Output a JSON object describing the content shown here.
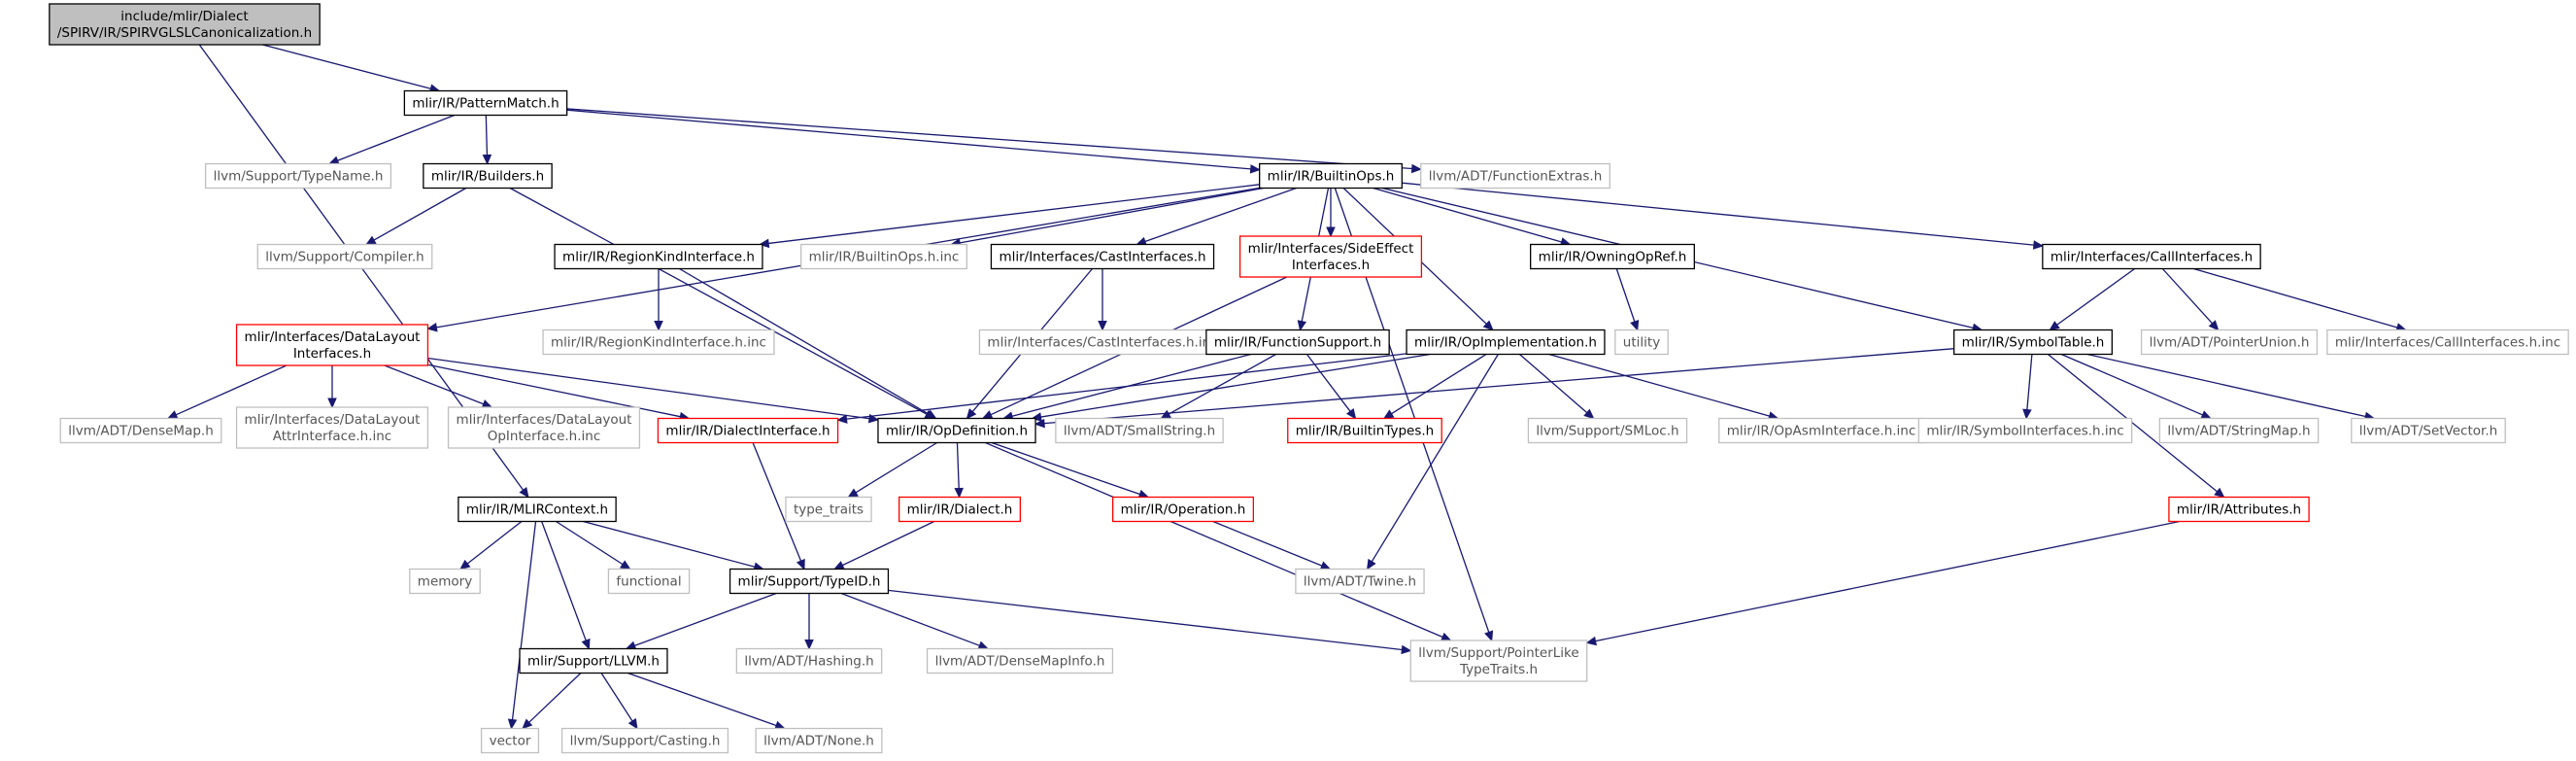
{
  "colors": {
    "edge": "#191970",
    "documented_border": "#000000",
    "undocumented_border": "#bfbfbf",
    "incomplete_border": "#ff0000",
    "root_fill": "#bfbfbf"
  },
  "nodes": [
    {
      "id": "root",
      "lines": [
        "include/mlir/Dialect",
        "/SPIRV/IR/SPIRVGLSLCanonicalization.h"
      ],
      "kind": "root"
    },
    {
      "id": "patternmatch",
      "lines": [
        "mlir/IR/PatternMatch.h"
      ],
      "kind": "black"
    },
    {
      "id": "typename",
      "lines": [
        "llvm/Support/TypeName.h"
      ],
      "kind": "gray"
    },
    {
      "id": "builders",
      "lines": [
        "mlir/IR/Builders.h"
      ],
      "kind": "black"
    },
    {
      "id": "builtinops",
      "lines": [
        "mlir/IR/BuiltinOps.h"
      ],
      "kind": "black"
    },
    {
      "id": "functionextras",
      "lines": [
        "llvm/ADT/FunctionExtras.h"
      ],
      "kind": "gray"
    },
    {
      "id": "compiler",
      "lines": [
        "llvm/Support/Compiler.h"
      ],
      "kind": "gray"
    },
    {
      "id": "regionkind",
      "lines": [
        "mlir/IR/RegionKindInterface.h"
      ],
      "kind": "black"
    },
    {
      "id": "builtinopsinc",
      "lines": [
        "mlir/IR/BuiltinOps.h.inc"
      ],
      "kind": "gray"
    },
    {
      "id": "castinterfaces",
      "lines": [
        "mlir/Interfaces/CastInterfaces.h"
      ],
      "kind": "black"
    },
    {
      "id": "sideeffect",
      "lines": [
        "mlir/Interfaces/SideEffect",
        "Interfaces.h"
      ],
      "kind": "red"
    },
    {
      "id": "owningopref",
      "lines": [
        "mlir/IR/OwningOpRef.h"
      ],
      "kind": "black"
    },
    {
      "id": "callinterfaces",
      "lines": [
        "mlir/Interfaces/CallInterfaces.h"
      ],
      "kind": "black"
    },
    {
      "id": "datalayout",
      "lines": [
        "mlir/Interfaces/DataLayout",
        "Interfaces.h"
      ],
      "kind": "red"
    },
    {
      "id": "regionkindinc",
      "lines": [
        "mlir/IR/RegionKindInterface.h.inc"
      ],
      "kind": "gray"
    },
    {
      "id": "castinterfacesinc",
      "lines": [
        "mlir/Interfaces/CastInterfaces.h.inc"
      ],
      "kind": "gray"
    },
    {
      "id": "functionsupport",
      "lines": [
        "mlir/IR/FunctionSupport.h"
      ],
      "kind": "black"
    },
    {
      "id": "opimplementation",
      "lines": [
        "mlir/IR/OpImplementation.h"
      ],
      "kind": "black"
    },
    {
      "id": "utility",
      "lines": [
        "utility"
      ],
      "kind": "gray"
    },
    {
      "id": "symboltable",
      "lines": [
        "mlir/IR/SymbolTable.h"
      ],
      "kind": "black"
    },
    {
      "id": "pointerunion",
      "lines": [
        "llvm/ADT/PointerUnion.h"
      ],
      "kind": "gray"
    },
    {
      "id": "callinterfacesinc",
      "lines": [
        "mlir/Interfaces/CallInterfaces.h.inc"
      ],
      "kind": "gray"
    },
    {
      "id": "densemap",
      "lines": [
        "llvm/ADT/DenseMap.h"
      ],
      "kind": "gray"
    },
    {
      "id": "dlattrinc",
      "lines": [
        "mlir/Interfaces/DataLayout",
        "AttrInterface.h.inc"
      ],
      "kind": "gray"
    },
    {
      "id": "dlopinc",
      "lines": [
        "mlir/Interfaces/DataLayout",
        "OpInterface.h.inc"
      ],
      "kind": "gray"
    },
    {
      "id": "dialectinterface",
      "lines": [
        "mlir/IR/DialectInterface.h"
      ],
      "kind": "red"
    },
    {
      "id": "opdefinition",
      "lines": [
        "mlir/IR/OpDefinition.h"
      ],
      "kind": "black"
    },
    {
      "id": "smallstring",
      "lines": [
        "llvm/ADT/SmallString.h"
      ],
      "kind": "gray"
    },
    {
      "id": "builtintypes",
      "lines": [
        "mlir/IR/BuiltinTypes.h"
      ],
      "kind": "red"
    },
    {
      "id": "smloc",
      "lines": [
        "llvm/Support/SMLoc.h"
      ],
      "kind": "gray"
    },
    {
      "id": "opasminc",
      "lines": [
        "mlir/IR/OpAsmInterface.h.inc"
      ],
      "kind": "gray"
    },
    {
      "id": "symbolinc",
      "lines": [
        "mlir/IR/SymbolInterfaces.h.inc"
      ],
      "kind": "gray"
    },
    {
      "id": "stringmap",
      "lines": [
        "llvm/ADT/StringMap.h"
      ],
      "kind": "gray"
    },
    {
      "id": "setvector",
      "lines": [
        "llvm/ADT/SetVector.h"
      ],
      "kind": "gray"
    },
    {
      "id": "typetraits",
      "lines": [
        "type_traits"
      ],
      "kind": "gray"
    },
    {
      "id": "dialect",
      "lines": [
        "mlir/IR/Dialect.h"
      ],
      "kind": "red"
    },
    {
      "id": "operation",
      "lines": [
        "mlir/IR/Operation.h"
      ],
      "kind": "red"
    },
    {
      "id": "attributes",
      "lines": [
        "mlir/IR/Attributes.h"
      ],
      "kind": "red"
    },
    {
      "id": "mlircontext",
      "lines": [
        "mlir/IR/MLIRContext.h"
      ],
      "kind": "black"
    },
    {
      "id": "memory",
      "lines": [
        "memory"
      ],
      "kind": "gray"
    },
    {
      "id": "functional",
      "lines": [
        "functional"
      ],
      "kind": "gray"
    },
    {
      "id": "typeid",
      "lines": [
        "mlir/Support/TypeID.h"
      ],
      "kind": "black"
    },
    {
      "id": "twine",
      "lines": [
        "llvm/ADT/Twine.h"
      ],
      "kind": "gray"
    },
    {
      "id": "llvmh",
      "lines": [
        "mlir/Support/LLVM.h"
      ],
      "kind": "black"
    },
    {
      "id": "hashing",
      "lines": [
        "llvm/ADT/Hashing.h"
      ],
      "kind": "gray"
    },
    {
      "id": "densemapinfo",
      "lines": [
        "llvm/ADT/DenseMapInfo.h"
      ],
      "kind": "gray"
    },
    {
      "id": "pointerlike",
      "lines": [
        "llvm/Support/PointerLike",
        "TypeTraits.h"
      ],
      "kind": "gray"
    },
    {
      "id": "vector",
      "lines": [
        "vector"
      ],
      "kind": "gray"
    },
    {
      "id": "casting",
      "lines": [
        "llvm/Support/Casting.h"
      ],
      "kind": "gray"
    },
    {
      "id": "none",
      "lines": [
        "llvm/ADT/None.h"
      ],
      "kind": "gray"
    }
  ],
  "edges": [
    [
      "root",
      "patternmatch"
    ],
    [
      "root",
      "mlircontext"
    ],
    [
      "patternmatch",
      "typename"
    ],
    [
      "patternmatch",
      "builders"
    ],
    [
      "patternmatch",
      "builtinops"
    ],
    [
      "patternmatch",
      "functionextras"
    ],
    [
      "builders",
      "compiler"
    ],
    [
      "builders",
      "opdefinition"
    ],
    [
      "builtinops",
      "regionkind"
    ],
    [
      "builtinops",
      "builtinopsinc"
    ],
    [
      "builtinops",
      "castinterfaces"
    ],
    [
      "builtinops",
      "sideeffect"
    ],
    [
      "builtinops",
      "owningopref"
    ],
    [
      "builtinops",
      "callinterfaces"
    ],
    [
      "builtinops",
      "datalayout"
    ],
    [
      "builtinops",
      "functionsupport"
    ],
    [
      "builtinops",
      "opimplementation"
    ],
    [
      "builtinops",
      "symboltable"
    ],
    [
      "builtinops",
      "pointerlike"
    ],
    [
      "regionkind",
      "regionkindinc"
    ],
    [
      "regionkind",
      "opdefinition"
    ],
    [
      "castinterfaces",
      "castinterfacesinc"
    ],
    [
      "castinterfaces",
      "opdefinition"
    ],
    [
      "sideeffect",
      "opdefinition"
    ],
    [
      "owningopref",
      "utility"
    ],
    [
      "callinterfaces",
      "symboltable"
    ],
    [
      "callinterfaces",
      "pointerunion"
    ],
    [
      "callinterfaces",
      "callinterfacesinc"
    ],
    [
      "datalayout",
      "densemap"
    ],
    [
      "datalayout",
      "dlattrinc"
    ],
    [
      "datalayout",
      "dlopinc"
    ],
    [
      "datalayout",
      "dialectinterface"
    ],
    [
      "datalayout",
      "opdefinition"
    ],
    [
      "functionsupport",
      "opdefinition"
    ],
    [
      "functionsupport",
      "smallstring"
    ],
    [
      "functionsupport",
      "builtintypes"
    ],
    [
      "opimplementation",
      "dialectinterface"
    ],
    [
      "opimplementation",
      "opdefinition"
    ],
    [
      "opimplementation",
      "builtintypes"
    ],
    [
      "opimplementation",
      "smloc"
    ],
    [
      "opimplementation",
      "opasminc"
    ],
    [
      "opimplementation",
      "twine"
    ],
    [
      "symboltable",
      "opdefinition"
    ],
    [
      "symboltable",
      "symbolinc"
    ],
    [
      "symboltable",
      "stringmap"
    ],
    [
      "symboltable",
      "setvector"
    ],
    [
      "symboltable",
      "attributes"
    ],
    [
      "dialectinterface",
      "typeid"
    ],
    [
      "opdefinition",
      "typetraits"
    ],
    [
      "opdefinition",
      "dialect"
    ],
    [
      "opdefinition",
      "operation"
    ],
    [
      "opdefinition",
      "pointerlike"
    ],
    [
      "dialect",
      "typeid"
    ],
    [
      "operation",
      "twine"
    ],
    [
      "attributes",
      "pointerlike"
    ],
    [
      "mlircontext",
      "memory"
    ],
    [
      "mlircontext",
      "functional"
    ],
    [
      "mlircontext",
      "typeid"
    ],
    [
      "mlircontext",
      "llvmh"
    ],
    [
      "mlircontext",
      "vector"
    ],
    [
      "typeid",
      "llvmh"
    ],
    [
      "typeid",
      "hashing"
    ],
    [
      "typeid",
      "densemapinfo"
    ],
    [
      "typeid",
      "pointerlike"
    ],
    [
      "llvmh",
      "vector"
    ],
    [
      "llvmh",
      "casting"
    ],
    [
      "llvmh",
      "none"
    ]
  ]
}
